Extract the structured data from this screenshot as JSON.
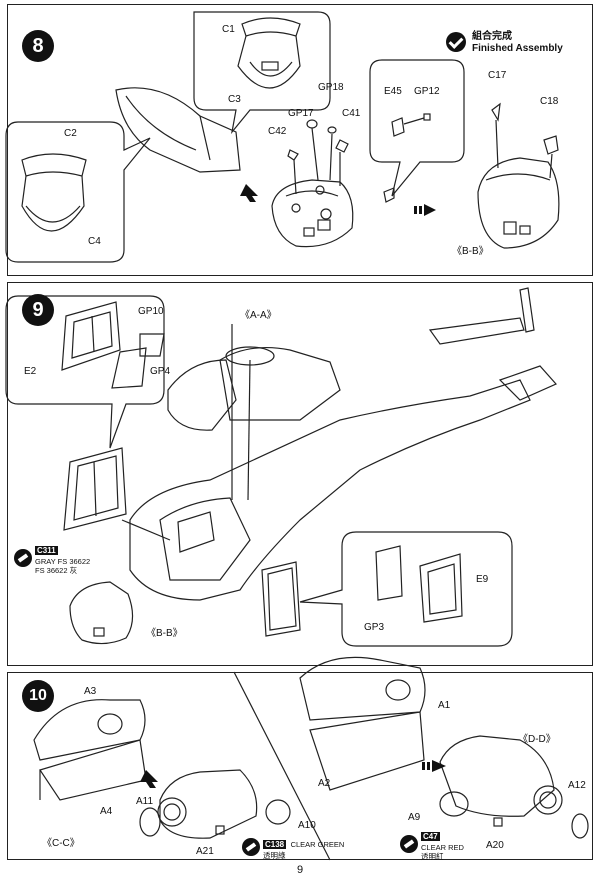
{
  "step8": {
    "number": "8",
    "finished_cn": "組合完成",
    "finished_en": "Finished Assembly",
    "labels": [
      "C1",
      "C3",
      "C2",
      "C4",
      "GP18",
      "GP17",
      "C41",
      "C42",
      "E45",
      "GP12",
      "C17",
      "C18"
    ],
    "view_label": "《B-B》"
  },
  "step9": {
    "number": "9",
    "labels": [
      "GP10",
      "E2",
      "GP4",
      "GP3",
      "E9"
    ],
    "view_top": "《A-A》",
    "view_bottom": "《B-B》",
    "paint": {
      "code": "C311",
      "line1": "GRAY FS 36622",
      "line2": "FS 36622 灰"
    }
  },
  "step10": {
    "number": "10",
    "labels": [
      "A3",
      "A4",
      "A11",
      "A10",
      "A21",
      "A1",
      "A2",
      "A9",
      "A12",
      "A20"
    ],
    "view_left": "《C-C》",
    "view_right": "《D-D》",
    "paint_green": {
      "code": "C138",
      "line1": "CLEAR GREEN",
      "line2": "透明綠"
    },
    "paint_red": {
      "code": "C47",
      "line1": "CLEAR RED",
      "line2": "透明紅"
    }
  },
  "page_number": "9"
}
